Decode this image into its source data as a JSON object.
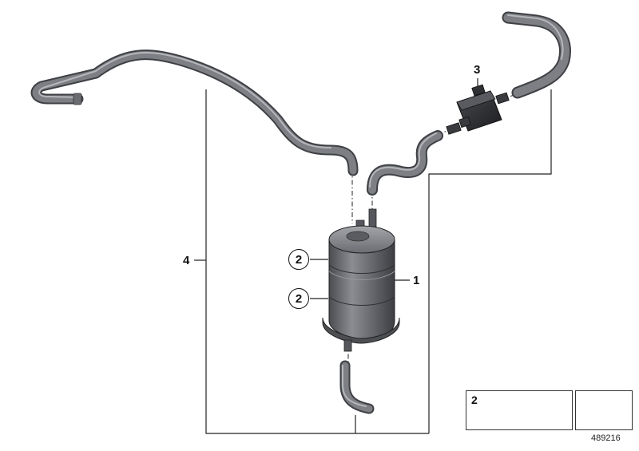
{
  "callouts": {
    "canister": "1",
    "clamp_upper": "2",
    "clamp_lower": "2",
    "valve": "3",
    "hose_set": "4"
  },
  "legend": {
    "part_number": "2"
  },
  "diagram_id": "489216",
  "colors": {
    "hose": "#5f6167",
    "hose_highlight": "#9a9ca3",
    "canister_body": "#6e7075",
    "canister_dark": "#3f4145",
    "valve_body": "#2c2d30",
    "line": "#222222"
  }
}
